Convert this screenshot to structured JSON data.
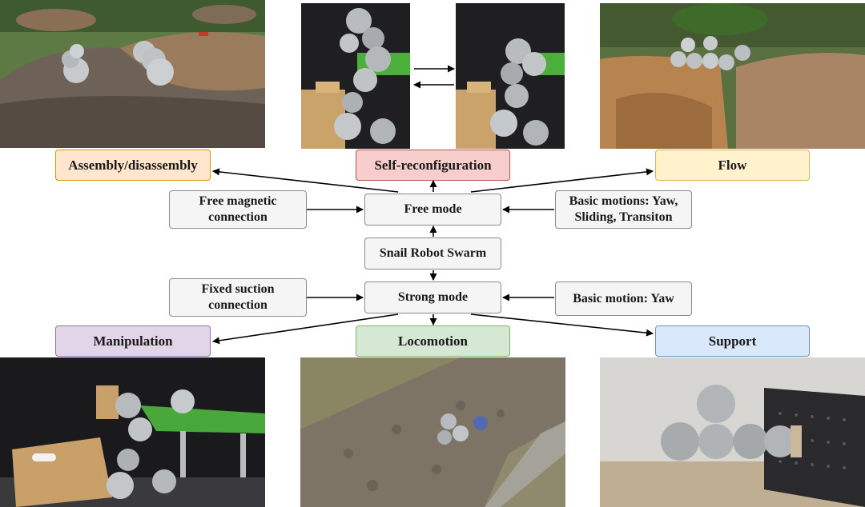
{
  "categories": {
    "assembly": "Assembly/disassembly",
    "self_reconfig": "Self-reconfiguration",
    "flow": "Flow",
    "manipulation": "Manipulation",
    "locomotion": "Locomotion",
    "support": "Support"
  },
  "nodes": {
    "free_magnetic": "Free magnetic connection",
    "free_mode": "Free mode",
    "basic_motions_free": "Basic motions: Yaw, Sliding, Transiton",
    "swarm": "Snail Robot Swarm",
    "fixed_suction": "Fixed suction connection",
    "strong_mode": "Strong mode",
    "basic_motion_strong": "Basic motion: Yaw"
  },
  "colors": {
    "assembly_fill": "#ffe6cc",
    "assembly_border": "#d79b00",
    "self_reconfig_fill": "#f8cecc",
    "self_reconfig_border": "#b85450",
    "flow_fill": "#fff2cc",
    "flow_border": "#d6b656",
    "manipulation_fill": "#e1d5e7",
    "manipulation_border": "#9673a6",
    "locomotion_fill": "#d5e8d4",
    "locomotion_border": "#82b366",
    "support_fill": "#dae8fc",
    "support_border": "#6c8ebf",
    "node_fill": "#f5f5f5",
    "node_border": "#8a8a8a"
  }
}
